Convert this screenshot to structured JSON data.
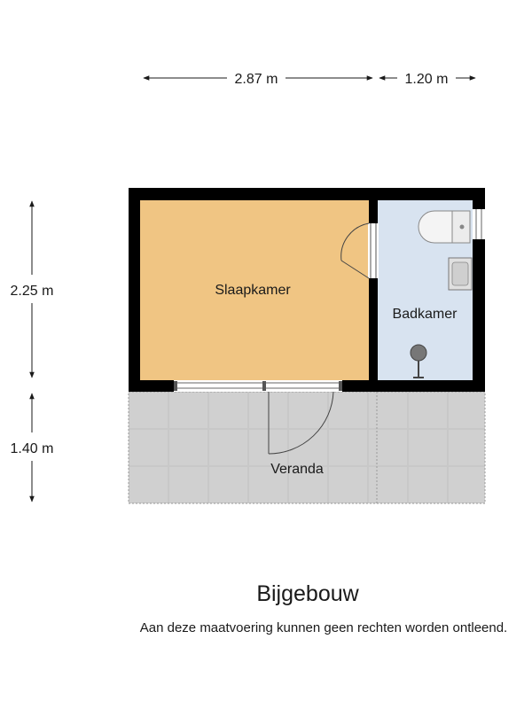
{
  "dimensions": {
    "top_left": "2.87 m",
    "top_right": "1.20 m",
    "left_upper": "2.25 m",
    "left_lower": "1.40 m"
  },
  "rooms": {
    "bedroom": "Slaapkamer",
    "bathroom": "Badkamer",
    "veranda": "Veranda"
  },
  "title": "Bijgebouw",
  "disclaimer": "Aan deze maatvoering kunnen geen rechten worden ontleend.",
  "colors": {
    "bedroom_fill": "#f0c583",
    "bathroom_fill": "#d8e3f0",
    "veranda_fill": "#d4d4d4",
    "wall": "#000000"
  }
}
